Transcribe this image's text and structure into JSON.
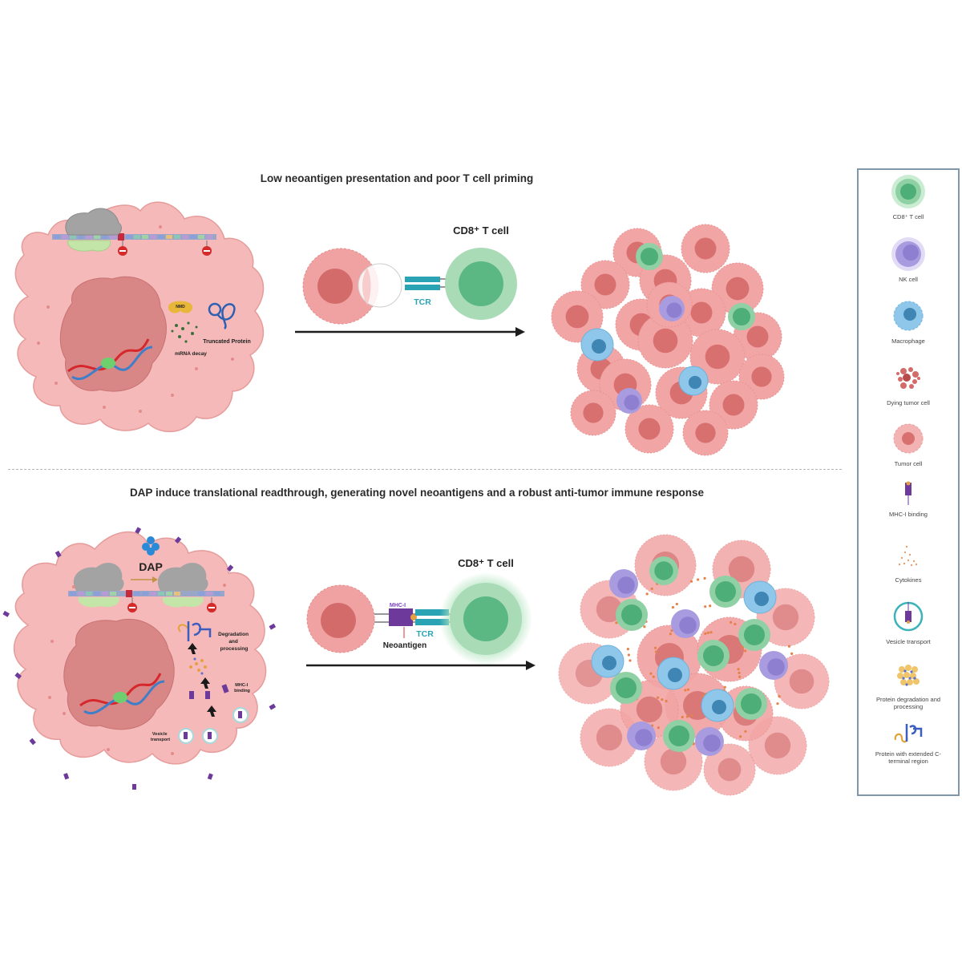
{
  "panels": {
    "top": {
      "title": "Low neoantigen presentation and poor T cell priming",
      "cell_labels": {
        "nmd": "NMD",
        "truncated_protein": "Truncated Protein",
        "mrna_decay": "mRNA decay"
      },
      "interaction": {
        "t_cell_label": "CD8⁺ T cell",
        "tcr_label": "TCR"
      }
    },
    "bottom": {
      "title": "DAP induce translational readthrough, generating novel neoantigens and a robust anti-tumor immune response",
      "cell_labels": {
        "dap": "DAP",
        "degradation": "Degradation and processing",
        "degradation_line1": "Degradation",
        "degradation_line2": "and",
        "degradation_line3": "processing",
        "mhc_binding": "MHC-I binding",
        "mhc_binding_line1": "MHC-I",
        "mhc_binding_line2": "binding",
        "vesicle_transport": "Vesicle transport",
        "vesicle_line1": "Vesicle",
        "vesicle_line2": "transport"
      },
      "interaction": {
        "t_cell_label": "CD8⁺ T cell",
        "tcr_label": "TCR",
        "mhc_label": "MHC-I",
        "neoantigen_label": "Neoantigen"
      }
    }
  },
  "legend": {
    "items": [
      {
        "icon": "cd8-t-cell-icon",
        "label": "CD8⁺ T cell"
      },
      {
        "icon": "nk-cell-icon",
        "label": "NK cell"
      },
      {
        "icon": "macrophage-icon",
        "label": "Macrophage"
      },
      {
        "icon": "dying-tumor-cell-icon",
        "label": "Dying tumor cell"
      },
      {
        "icon": "tumor-cell-icon",
        "label": "Tumor cell"
      },
      {
        "icon": "mhc-binding-icon",
        "label": "MHC-I binding"
      },
      {
        "icon": "cytokines-icon",
        "label": "Cytokines"
      },
      {
        "icon": "vesicle-transport-icon",
        "label": "Vesicle transport"
      },
      {
        "icon": "protein-degradation-icon",
        "label": "Protein degradation and processing"
      },
      {
        "icon": "extended-protein-icon",
        "label": "Protein with extended C-terminal region"
      }
    ]
  },
  "colors": {
    "tumor_cell": "#f2a5a5",
    "tumor_nucleus": "#d97070",
    "cell_body": "#f4b9b8",
    "nucleus": "#d98686",
    "t_cell": "#8fd0a4",
    "t_cell_core": "#4eae78",
    "nk_cell": "#a99be0",
    "macrophage": "#8ec7ea",
    "macrophage_core": "#3f86b5",
    "tcr": "#2aa3b4",
    "mhc": "#6d3a9c",
    "ribosome": "#9c9c9c",
    "stop_sign": "#d42a2a",
    "legend_border": "#7f97a8"
  }
}
